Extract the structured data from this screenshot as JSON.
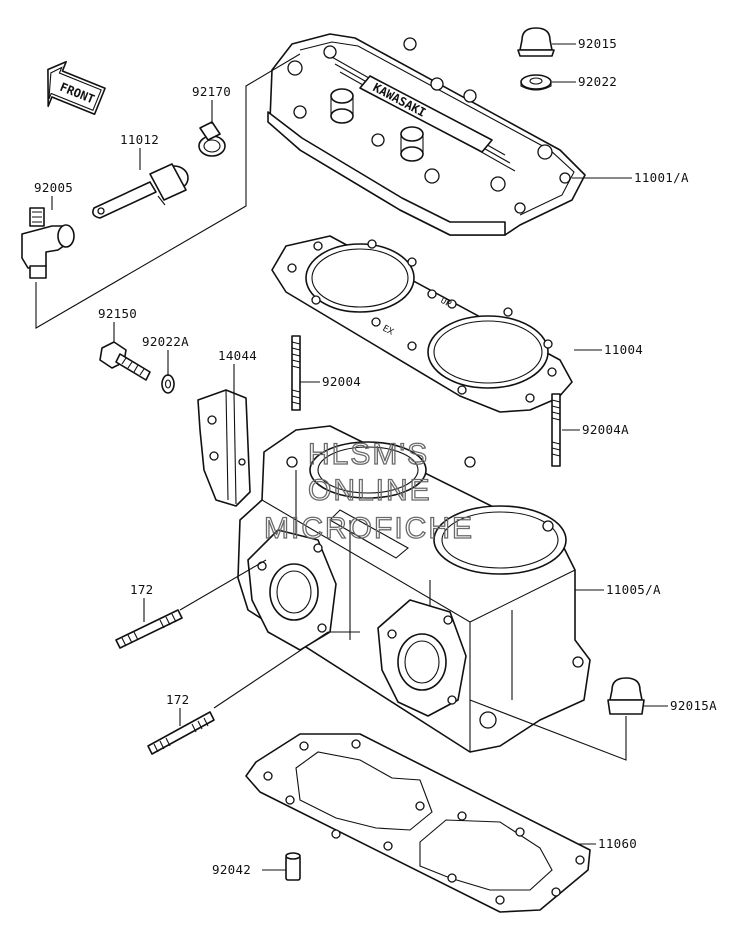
{
  "diagram": {
    "front_marker": "FRONT",
    "watermark": [
      "HLSM'S",
      "ONLINE",
      "MICROFICHE"
    ],
    "head_embossing": "KAWASAKI",
    "gasket_marks": [
      "UP",
      "EX"
    ],
    "labels": {
      "p92015": "92015",
      "p92022": "92022",
      "p11001A": "11001/A",
      "p92170": "92170",
      "p11012": "11012",
      "p92005": "92005",
      "p11004": "11004",
      "p92150": "92150",
      "p92022A": "92022A",
      "p14044": "14044",
      "p92004": "92004",
      "p92004A": "92004A",
      "p11005A": "11005/A",
      "p172a": "172",
      "p172b": "172",
      "p92015A": "92015A",
      "p11060": "11060",
      "p92042": "92042"
    }
  }
}
